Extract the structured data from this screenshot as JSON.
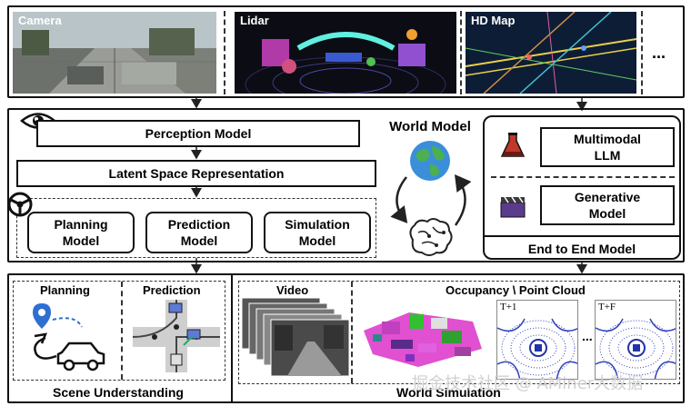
{
  "sensors": {
    "camera": "Camera",
    "lidar": "Lidar",
    "hd_map": "HD Map",
    "more": "..."
  },
  "pipeline": {
    "perception": "Perception Model",
    "latent": "Latent Space Representation",
    "planning": "Planning\nModel",
    "prediction": "Prediction\nModel",
    "simulation": "Simulation\nModel"
  },
  "world_model": {
    "title": "World Model"
  },
  "end_to_end": {
    "multimodal_llm": "Multimodal\nLLM",
    "generative_model": "Generative\nModel",
    "title": "End to End Model"
  },
  "scene_understanding": {
    "planning": "Planning",
    "prediction": "Prediction",
    "title": "Scene Understanding"
  },
  "world_simulation": {
    "video": "Video",
    "occupancy": "Occupancy \\ Point Cloud",
    "frame_t1": "T+1",
    "frame_tf": "T+F",
    "ellipsis": "...",
    "title": "World Simulation"
  },
  "watermark": "掘金技术社区 @ AMiner大数据",
  "colors": {
    "llm_icon": "#c0392b",
    "gen_icon": "#5b3b8c",
    "globe_ocean": "#3b8fd9",
    "globe_land": "#4caf50",
    "map_pin": "#2f6fd1",
    "pointcloud": "#3344bb"
  }
}
